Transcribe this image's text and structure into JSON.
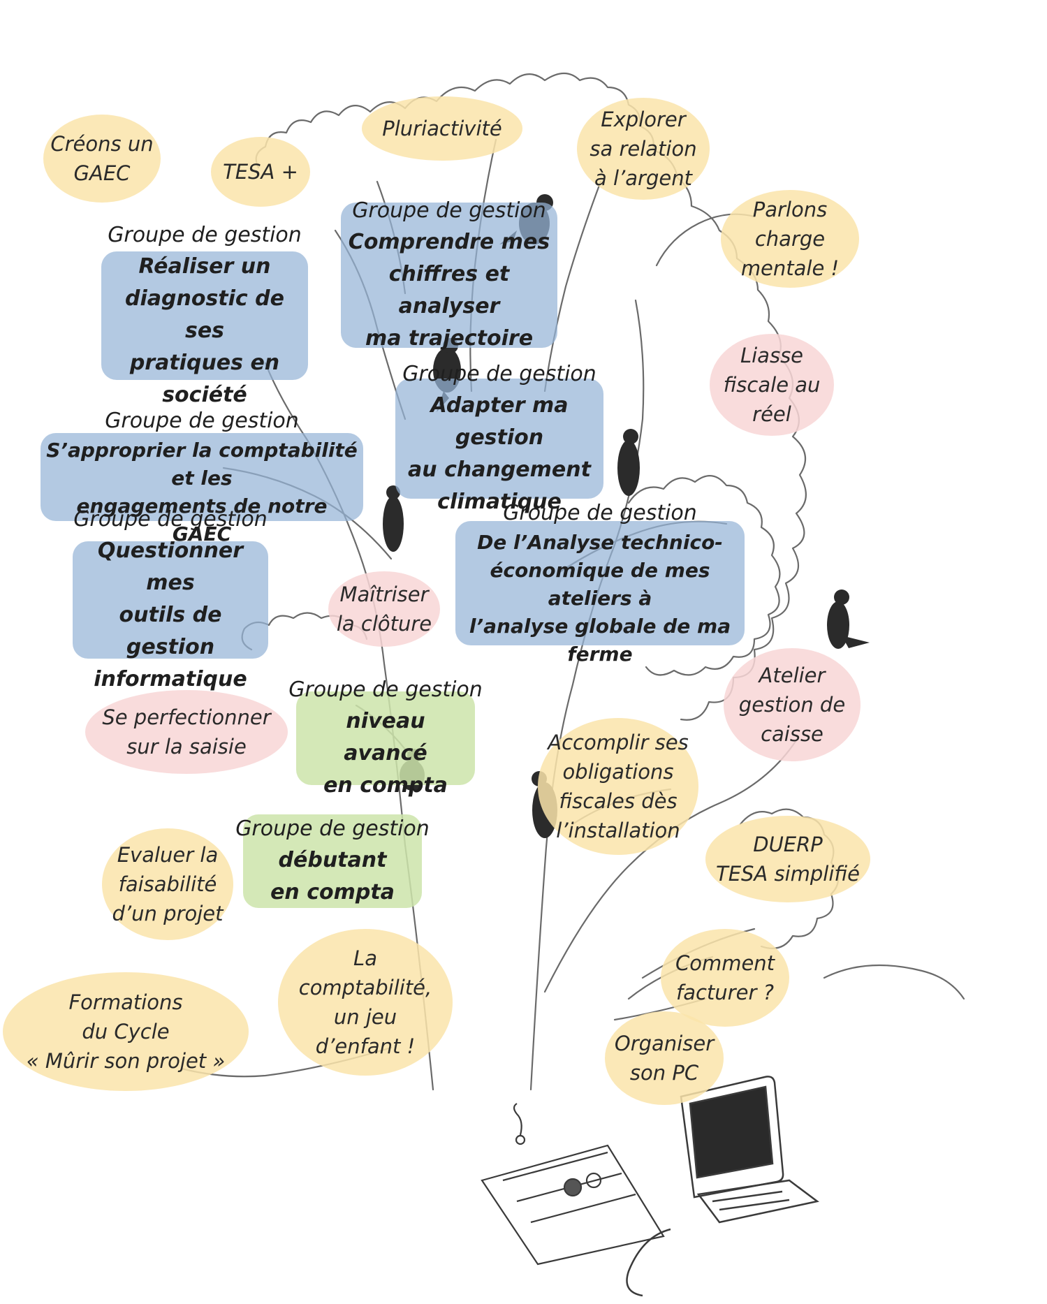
{
  "colors": {
    "yellow_bubble": "#fae4aa",
    "pink_bubble": "#f8d6d6",
    "blue_box": "#96b4d7",
    "green_box": "#cde4aa",
    "sketch_line": "#6a6a6a"
  },
  "icons": [
    "tree-sketch",
    "bird-icon",
    "laptop-icon",
    "board-game-icon"
  ],
  "bubbles": [
    {
      "id": "creons-gaec",
      "text": "Créons un\nGAEC"
    },
    {
      "id": "tesa-plus",
      "text": "TESA +"
    },
    {
      "id": "pluriactivite",
      "text": "Pluriactivité"
    },
    {
      "id": "relation-argent",
      "text": "Explorer\nsa relation\nà l’argent"
    },
    {
      "id": "charge-mentale",
      "text": "Parlons\ncharge\nmentale !"
    },
    {
      "id": "liasse-fiscale",
      "text": "Liasse\nfiscale au\nréel"
    },
    {
      "id": "maitriser-cloture",
      "text": "Maîtriser\nla clôture"
    },
    {
      "id": "atelier-caisse",
      "text": "Atelier\ngestion de\ncaisse"
    },
    {
      "id": "perfectionner-saisie",
      "text": "Se perfectionner\nsur la saisie"
    },
    {
      "id": "obligations-fiscales",
      "text": "Accomplir ses\nobligations\nfiscales dès\nl’installation"
    },
    {
      "id": "duerp-tesa",
      "text": "DUERP\nTESA simplifié"
    },
    {
      "id": "faisabilite-projet",
      "text": "Evaluer la\nfaisabilité\nd’un projet"
    },
    {
      "id": "jeu-enfant",
      "text": "La\ncomptabilité,\nun jeu\nd’enfant !"
    },
    {
      "id": "comment-facturer",
      "text": "Comment\nfacturer ?"
    },
    {
      "id": "organiser-pc",
      "text": "Organiser\nson PC"
    },
    {
      "id": "cycle-murir",
      "text": "Formations\ndu Cycle\n« Mûrir son projet »"
    }
  ],
  "boxes": [
    {
      "id": "comprendre-chiffres",
      "heading": "Groupe de gestion",
      "title": "Comprendre mes\nchiffres et analyser\nma trajectoire"
    },
    {
      "id": "diagnostic-pratiques",
      "heading": "Groupe de gestion",
      "title": "Réaliser un\ndiagnostic de ses\npratiques en société"
    },
    {
      "id": "changement-climatique",
      "heading": "Groupe de gestion",
      "title": "Adapter ma gestion\nau changement\nclimatique"
    },
    {
      "id": "comptabilite-gaec",
      "heading": "Groupe de gestion",
      "title": "S’approprier la comptabilité et les\nengagements de notre GAEC"
    },
    {
      "id": "analyse-technico",
      "heading": "Groupe de gestion",
      "title": "De l’Analyse technico-\néconomique de mes ateliers à\nl’analyse globale de ma ferme"
    },
    {
      "id": "outils-informatique",
      "heading": "Groupe de gestion",
      "title": "Questionner mes\noutils de gestion\ninformatique"
    },
    {
      "id": "niveau-avance",
      "heading": "Groupe de gestion",
      "title": "niveau avancé\nen compta"
    },
    {
      "id": "debutant",
      "heading": "Groupe de gestion",
      "title": "débutant\nen compta"
    }
  ]
}
